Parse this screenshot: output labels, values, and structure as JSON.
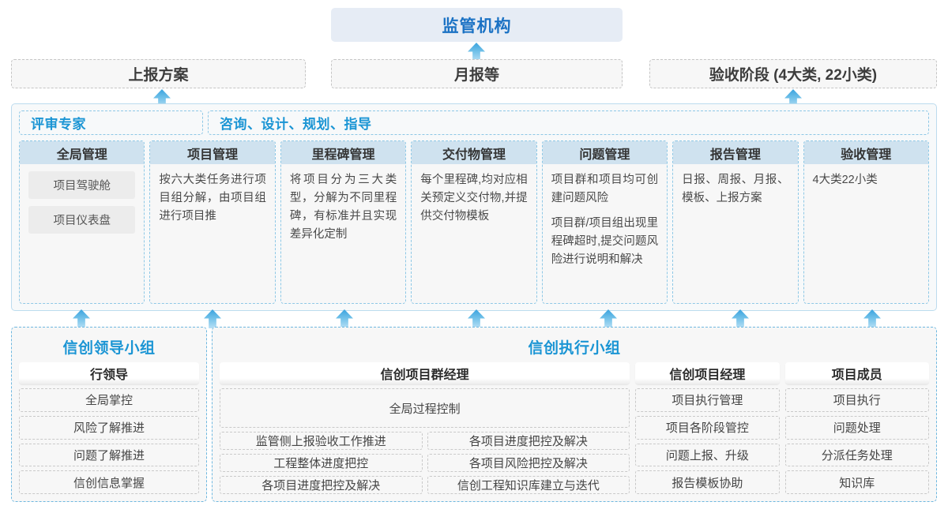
{
  "top": {
    "regulator": "监管机构",
    "reports": [
      "上报方案",
      "月报等",
      "验收阶段 (4大类, 22小类)"
    ]
  },
  "middle": {
    "headers": [
      "评审专家",
      "咨询、设计、规划、指导"
    ],
    "columns": [
      {
        "title": "全局管理",
        "paragraphs": [],
        "pills": [
          "项目驾驶舱",
          "项目仪表盘"
        ]
      },
      {
        "title": "项目管理",
        "paragraphs": [
          "按六大类任务进行项目组分解，由项目组进行项目推"
        ],
        "pills": []
      },
      {
        "title": "里程碑管理",
        "paragraphs": [
          "将项目分为三大类型，分解为不同里程碑，有标准并且实现差异化定制"
        ],
        "pills": []
      },
      {
        "title": "交付物管理",
        "paragraphs": [
          "每个里程碑,均对应相关预定义交付物,并提供交付物模板"
        ],
        "pills": []
      },
      {
        "title": "问题管理",
        "paragraphs": [
          "项目群和项目均可创建问题风险",
          "项目群/项目组出现里程碑超时,提交问题风险进行说明和解决"
        ],
        "pills": []
      },
      {
        "title": "报告管理",
        "paragraphs": [
          "日报、周报、月报、模板、上报方案"
        ],
        "pills": []
      },
      {
        "title": "验收管理",
        "paragraphs": [
          "4大类22小类"
        ],
        "pills": []
      }
    ]
  },
  "bottom": {
    "groups": [
      {
        "title": "信创领导小组",
        "roles": [
          {
            "name": "行领导",
            "items": [
              "全局掌控",
              "风险了解推进",
              "问题了解推进",
              "信创信息掌握"
            ]
          }
        ]
      },
      {
        "title": "信创执行小组",
        "roles": [
          {
            "name": "信创项目群经理",
            "full_width_item": "全局过程控制",
            "items_left": [
              "监管侧上报验收工作推进",
              "工程整体进度把控",
              "各项目进度把控及解决"
            ],
            "items_right": [
              "各项目进度把控及解决",
              "各项目风险把控及解决",
              "信创工程知识库建立与迭代"
            ]
          },
          {
            "name": "信创项目经理",
            "items": [
              "项目执行管理",
              "项目各阶段管控",
              "问题上报、升级",
              "报告模板协助"
            ]
          },
          {
            "name": "项目成员",
            "items": [
              "项目执行",
              "问题处理",
              "分派任务处理",
              "知识库"
            ]
          }
        ]
      }
    ]
  },
  "colors": {
    "accent_blue": "#1b95d4",
    "title_blue": "#1b72c4",
    "header_fill": "#cfe2ef",
    "panel_bg": "#f7f9fa",
    "arrow": "#3aa3df"
  }
}
